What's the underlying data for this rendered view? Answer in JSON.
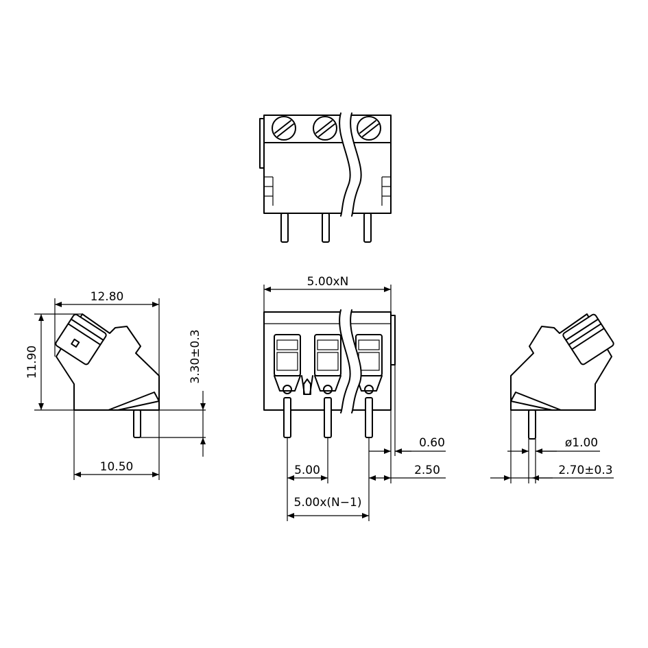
{
  "dimensions": {
    "side_width": "12.80",
    "side_height": "11.90",
    "pin_length": "3.30±0.3",
    "side_base": "10.50",
    "total_width": "5.00xN",
    "pitch": "5.00",
    "span": "5.00x(N−1)",
    "pin_offset_top": "0.60",
    "edge_offset": "2.50",
    "pin_diameter": "ø1.00",
    "pin_position": "2.70±0.3"
  }
}
